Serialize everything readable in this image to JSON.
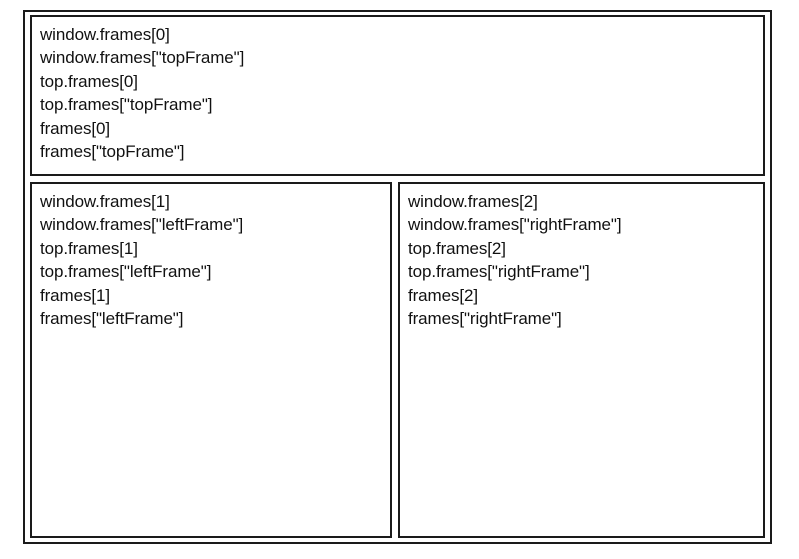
{
  "frames": {
    "top": {
      "lines": [
        "window.frames[0]",
        "window.frames[\"topFrame\"]",
        "top.frames[0]",
        "top.frames[\"topFrame\"]",
        "frames[0]",
        "frames[\"topFrame\"]"
      ]
    },
    "left": {
      "lines": [
        "window.frames[1]",
        "window.frames[\"leftFrame\"]",
        "top.frames[1]",
        "top.frames[\"leftFrame\"]",
        "frames[1]",
        "frames[\"leftFrame\"]"
      ]
    },
    "right": {
      "lines": [
        "window.frames[2]",
        "window.frames[\"rightFrame\"]",
        "top.frames[2]",
        "top.frames[\"rightFrame\"]",
        "frames[2]",
        "frames[\"rightFrame\"]"
      ]
    }
  }
}
